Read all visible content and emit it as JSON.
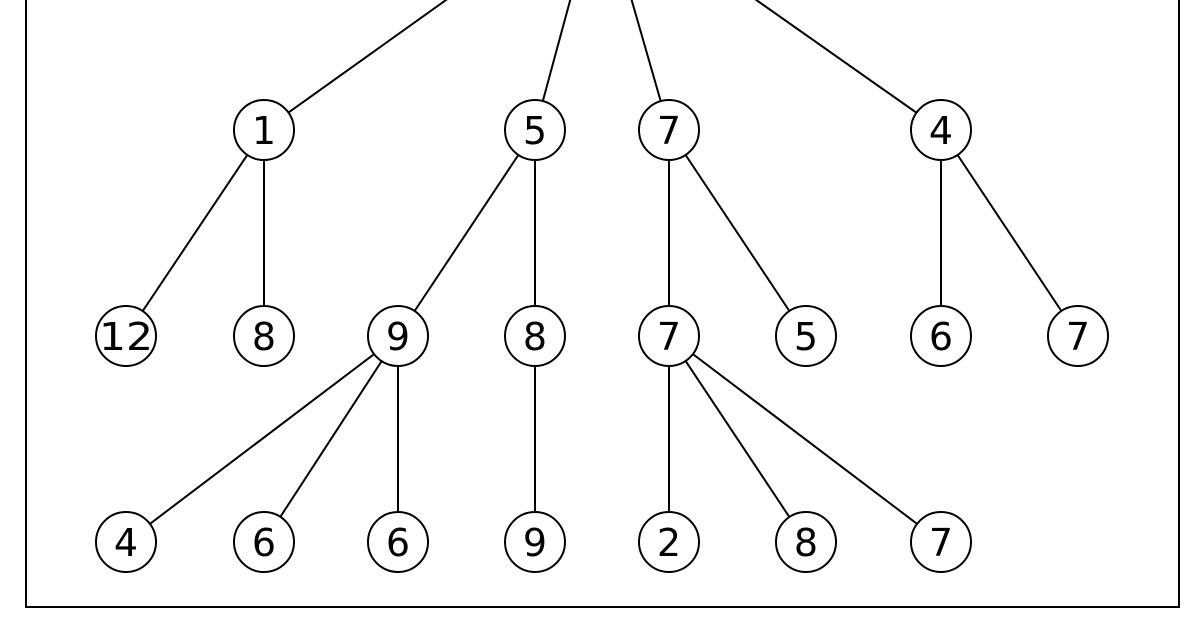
{
  "tree": {
    "nodes": [
      {
        "id": "n1",
        "label": "1"
      },
      {
        "id": "n5",
        "label": "5"
      },
      {
        "id": "n7a",
        "label": "7"
      },
      {
        "id": "n4a",
        "label": "4"
      },
      {
        "id": "n12",
        "label": "12"
      },
      {
        "id": "n8a",
        "label": "8"
      },
      {
        "id": "n9a",
        "label": "9"
      },
      {
        "id": "n8b",
        "label": "8"
      },
      {
        "id": "n7b",
        "label": "7"
      },
      {
        "id": "n5b",
        "label": "5"
      },
      {
        "id": "n6a",
        "label": "6"
      },
      {
        "id": "n7c",
        "label": "7"
      },
      {
        "id": "n4b",
        "label": "4"
      },
      {
        "id": "n6b",
        "label": "6"
      },
      {
        "id": "n6c",
        "label": "6"
      },
      {
        "id": "n9b",
        "label": "9"
      },
      {
        "id": "n2",
        "label": "2"
      },
      {
        "id": "n8c",
        "label": "8"
      },
      {
        "id": "n7d",
        "label": "7"
      }
    ],
    "edges": [
      [
        "root",
        "n1"
      ],
      [
        "root",
        "n5"
      ],
      [
        "root",
        "n7a"
      ],
      [
        "root",
        "n4a"
      ],
      [
        "n1",
        "n12"
      ],
      [
        "n1",
        "n8a"
      ],
      [
        "n5",
        "n9a"
      ],
      [
        "n5",
        "n8b"
      ],
      [
        "n7a",
        "n7b"
      ],
      [
        "n7a",
        "n5b"
      ],
      [
        "n4a",
        "n6a"
      ],
      [
        "n4a",
        "n7c"
      ],
      [
        "n9a",
        "n4b"
      ],
      [
        "n9a",
        "n6b"
      ],
      [
        "n9a",
        "n6c"
      ],
      [
        "n8b",
        "n9b"
      ],
      [
        "n7b",
        "n2"
      ],
      [
        "n7b",
        "n8c"
      ],
      [
        "n7b",
        "n7d"
      ]
    ]
  }
}
